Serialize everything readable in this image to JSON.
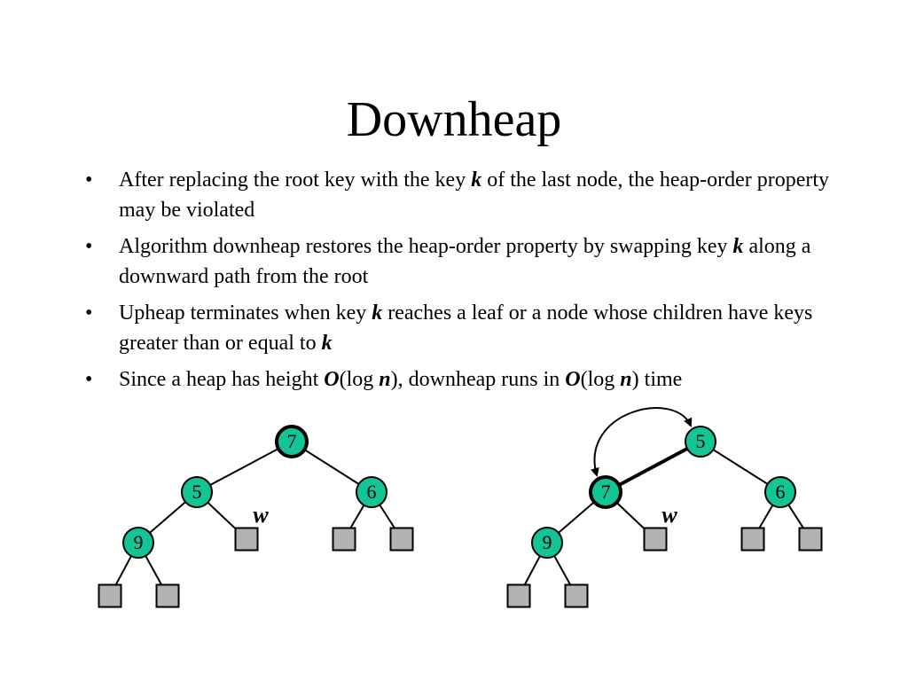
{
  "slide": {
    "title": "Downheap",
    "bullets": [
      {
        "segments": [
          {
            "text": "After replacing the root key with the key "
          },
          {
            "text": "k",
            "em": true
          },
          {
            "text": " of the last node, the heap-order property may be violated"
          }
        ]
      },
      {
        "segments": [
          {
            "text": "Algorithm downheap restores the heap-order property by swapping key "
          },
          {
            "text": "k",
            "em": true
          },
          {
            "text": " along a downward path from the root"
          }
        ]
      },
      {
        "segments": [
          {
            "text": "Upheap terminates when key "
          },
          {
            "text": "k",
            "em": true
          },
          {
            "text": " reaches a leaf or a node whose children have keys greater than or equal to "
          },
          {
            "text": "k",
            "em": true
          }
        ]
      },
      {
        "segments": [
          {
            "text": "Since a heap has height "
          },
          {
            "text": "O",
            "em": true
          },
          {
            "text": "(log "
          },
          {
            "text": "n",
            "em": true
          },
          {
            "text": "), downheap runs in "
          },
          {
            "text": "O",
            "em": true
          },
          {
            "text": "(log "
          },
          {
            "text": "n",
            "em": true
          },
          {
            "text": ") time"
          }
        ]
      }
    ]
  },
  "colors": {
    "node_fill": "#13c496",
    "leaf_fill": "#b3b3b3",
    "stroke": "#000000"
  },
  "trees": [
    {
      "id": "before",
      "nodes": {
        "root": "7",
        "left": "5",
        "right": "6",
        "left_left": "9"
      },
      "highlighted": [
        "root"
      ],
      "last_node_label": "w"
    },
    {
      "id": "after",
      "nodes": {
        "root": "5",
        "left": "7",
        "right": "6",
        "left_left": "9"
      },
      "highlighted": [
        "left"
      ],
      "last_node_label": "w",
      "swap_arrow": true
    }
  ]
}
